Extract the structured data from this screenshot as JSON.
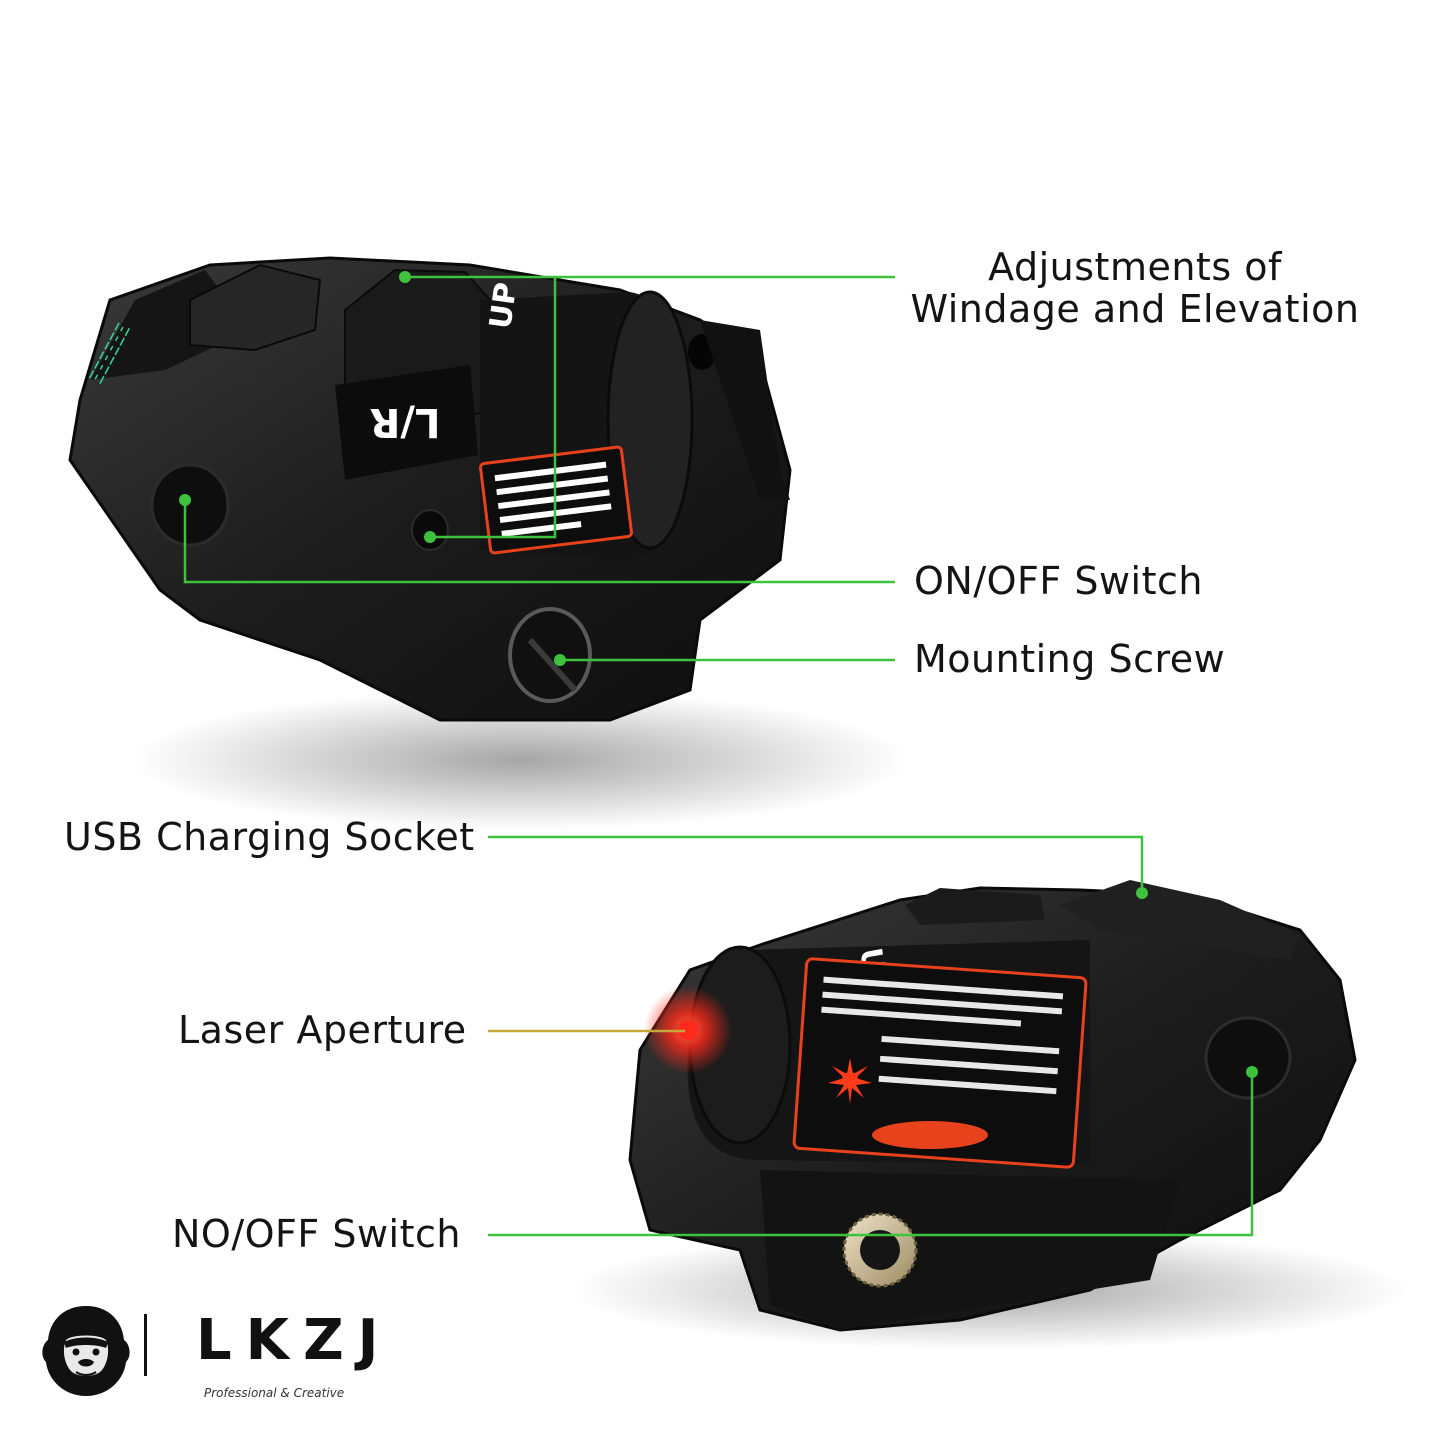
{
  "callouts": {
    "adjustments_line1": "Adjustments of",
    "adjustments_line2": "Windage and Elevation",
    "on_off_switch": "ON/OFF Switch",
    "mounting_screw": "Mounting Screw",
    "usb_socket": "USB Charging Socket",
    "laser_aperture": "Laser Aperture",
    "no_off_switch": "NO/OFF Switch"
  },
  "device_top": {
    "lr_label": "L/R",
    "up_label": "UP"
  },
  "device_bottom": {
    "up_label": "UP"
  },
  "brand": {
    "name": "LKZJ",
    "tagline": "Professional & Creative"
  },
  "colors": {
    "callout_line": "#3ec23e",
    "device_body": "#1e1e1e",
    "laser": "#ff2a1a",
    "warning_label": "#e8421c"
  },
  "icons": [
    "gorilla-logo-icon"
  ]
}
